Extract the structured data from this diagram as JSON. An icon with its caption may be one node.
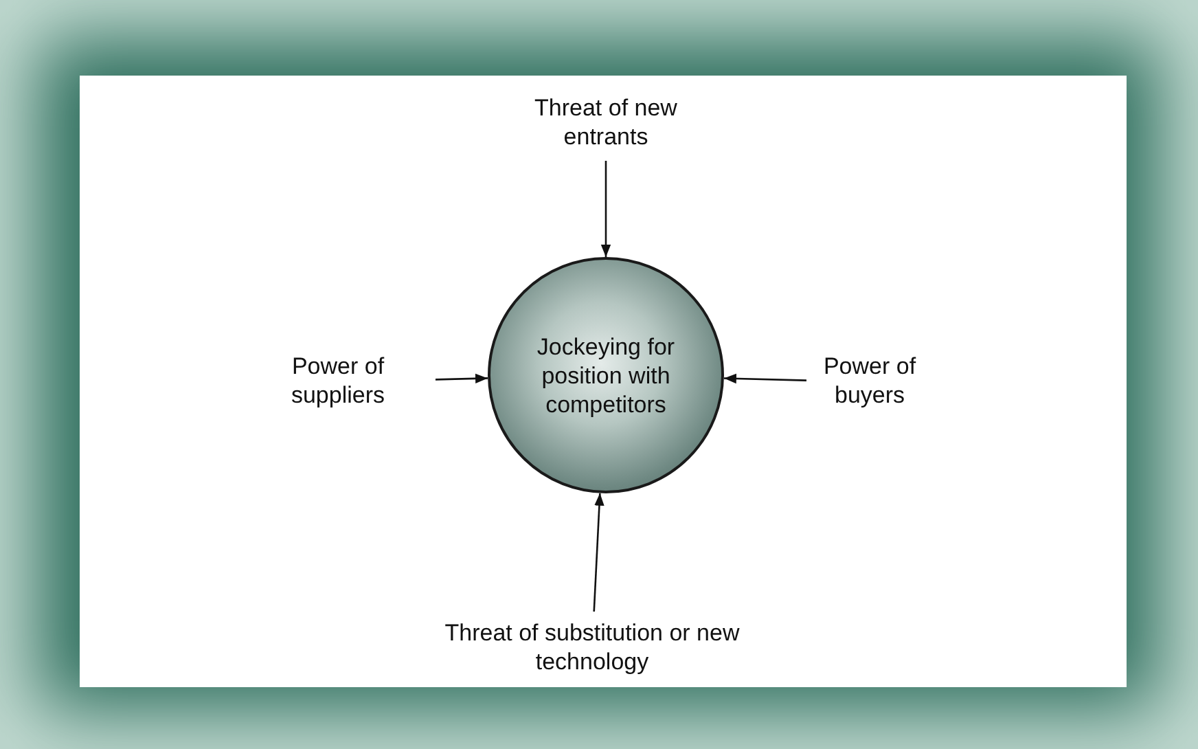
{
  "diagram": {
    "nodes": [
      {
        "text": [
          "Jockeying for position with competitors"
        ]
      },
      {
        "text": [
          "Threat of new entrants"
        ]
      },
      {
        "text": [
          "Power of suppliers"
        ]
      },
      {
        "text": [
          "Power of buyers"
        ]
      },
      {
        "text": [
          "Threat of substitution or new technology"
        ]
      }
    ],
    "edges": [
      {
        "from": 1,
        "to": 0,
        "arrow": "to"
      },
      {
        "from": 2,
        "to": 0,
        "arrow": "to"
      },
      {
        "from": 3,
        "to": 0,
        "arrow": "to"
      },
      {
        "from": 4,
        "to": 0,
        "arrow": "to"
      }
    ]
  }
}
